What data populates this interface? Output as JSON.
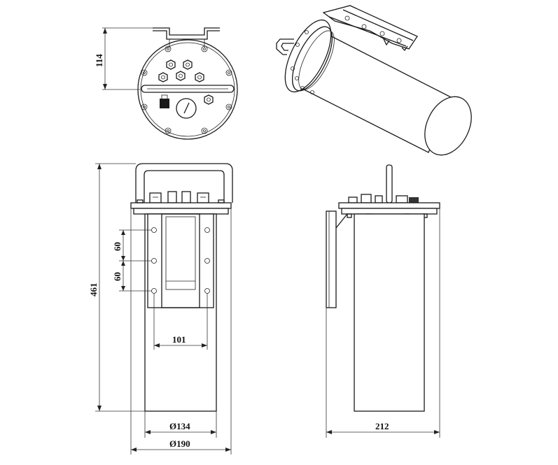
{
  "dimensions": {
    "top_view_height": "114",
    "overall_height": "461",
    "hole_spacing_1": "60",
    "hole_spacing_2": "60",
    "hole_width": "101",
    "body_diameter": "Ø134",
    "flange_diameter": "Ø190",
    "side_depth": "212"
  }
}
